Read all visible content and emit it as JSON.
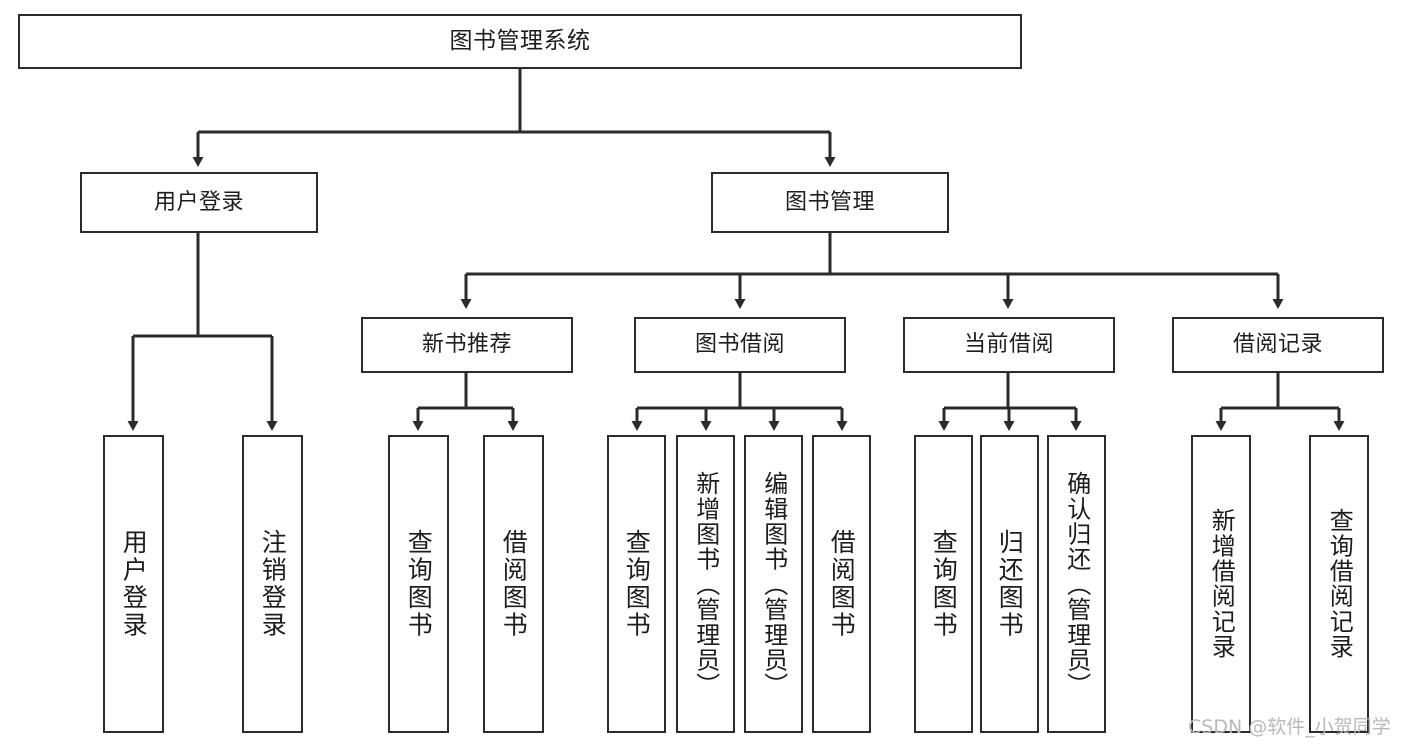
{
  "diagram": {
    "title": "图书管理系统",
    "type": "tree",
    "watermark": "CSDN @软件_小贺同学",
    "colors": {
      "stroke": "#2b2b2b",
      "fill": "#ffffff",
      "text": "#1d1d1d",
      "watermark": "#b9b9b9"
    },
    "levels": {
      "level0": [
        {
          "id": "root",
          "label": "图书管理系统"
        }
      ],
      "level1": [
        {
          "id": "user-login",
          "label": "用户登录",
          "parent": "root"
        },
        {
          "id": "book-manage",
          "label": "图书管理",
          "parent": "root"
        }
      ],
      "level2": [
        {
          "id": "new-book-recommend",
          "label": "新书推荐",
          "parent": "book-manage"
        },
        {
          "id": "book-borrow",
          "label": "图书借阅",
          "parent": "book-manage"
        },
        {
          "id": "current-borrow",
          "label": "当前借阅",
          "parent": "book-manage"
        },
        {
          "id": "borrow-record",
          "label": "借阅记录",
          "parent": "book-manage"
        }
      ],
      "level3": [
        {
          "id": "leaf-user-login",
          "label": "用户登录",
          "parent": "user-login"
        },
        {
          "id": "leaf-logout-login",
          "label": "注销登录",
          "parent": "user-login"
        },
        {
          "id": "leaf-query-book-1",
          "label": "查询图书",
          "parent": "new-book-recommend"
        },
        {
          "id": "leaf-borrow-book-1",
          "label": "借阅图书",
          "parent": "new-book-recommend"
        },
        {
          "id": "leaf-query-book-2",
          "label": "查询图书",
          "parent": "book-borrow"
        },
        {
          "id": "leaf-add-book",
          "label": "新增图书（管理员）",
          "parent": "book-borrow"
        },
        {
          "id": "leaf-edit-book",
          "label": "编辑图书（管理员）",
          "parent": "book-borrow"
        },
        {
          "id": "leaf-borrow-book-2",
          "label": "借阅图书",
          "parent": "book-borrow"
        },
        {
          "id": "leaf-query-book-3",
          "label": "查询图书",
          "parent": "current-borrow"
        },
        {
          "id": "leaf-return-book",
          "label": "归还图书",
          "parent": "current-borrow"
        },
        {
          "id": "leaf-confirm-return",
          "label": "确认归还（管理员）",
          "parent": "current-borrow"
        },
        {
          "id": "leaf-add-record",
          "label": "新增借阅记录",
          "parent": "borrow-record"
        },
        {
          "id": "leaf-query-record",
          "label": "查询借阅记录",
          "parent": "borrow-record"
        }
      ]
    }
  }
}
